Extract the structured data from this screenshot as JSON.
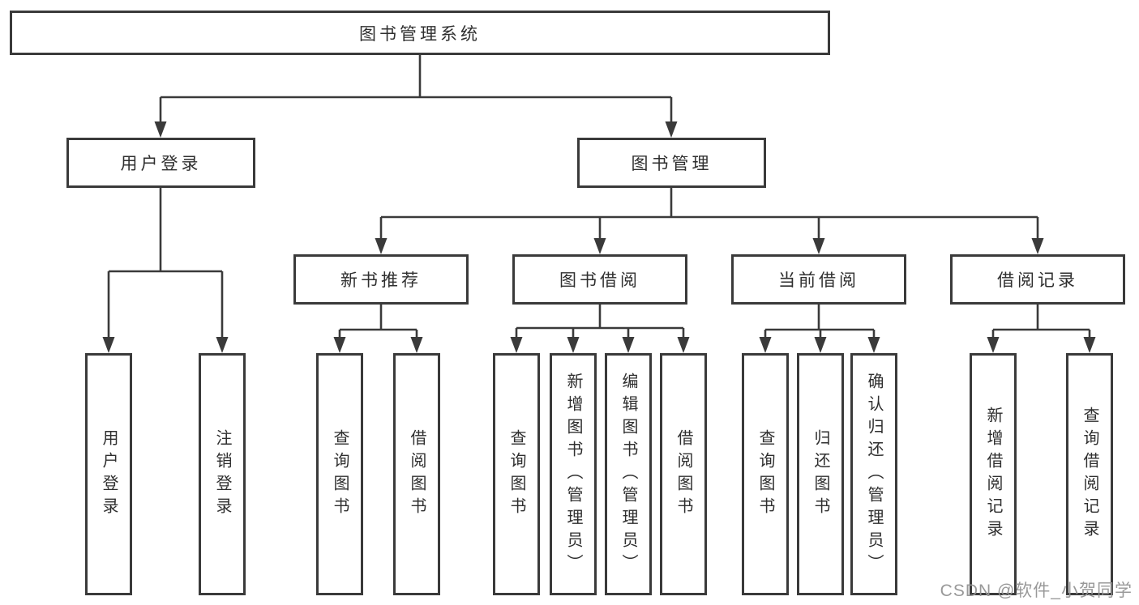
{
  "diagram": {
    "type": "hierarchy-tree",
    "line_color": "#3a3a3a",
    "box_background": "#ffffff",
    "text_color": "#2f2f2f",
    "watermark_color": "#949494"
  },
  "tree": {
    "label": "图书管理系统",
    "children": [
      {
        "label": "用户登录",
        "children": [
          {
            "label": "用户登录"
          },
          {
            "label": "注销登录"
          }
        ]
      },
      {
        "label": "图书管理",
        "children": [
          {
            "label": "新书推荐",
            "children": [
              {
                "label": "查询图书"
              },
              {
                "label": "借阅图书"
              }
            ]
          },
          {
            "label": "图书借阅",
            "children": [
              {
                "label": "查询图书"
              },
              {
                "label": "新增图书（管理员）"
              },
              {
                "label": "编辑图书（管理员）"
              },
              {
                "label": "借阅图书"
              }
            ]
          },
          {
            "label": "当前借阅",
            "children": [
              {
                "label": "查询图书"
              },
              {
                "label": "归还图书"
              },
              {
                "label": "确认归还（管理员）"
              }
            ]
          },
          {
            "label": "借阅记录",
            "children": [
              {
                "label": "新增借阅记录"
              },
              {
                "label": "查询借阅记录"
              }
            ]
          }
        ]
      }
    ]
  },
  "watermark": {
    "text": "CSDN @软件_小贺同学"
  }
}
